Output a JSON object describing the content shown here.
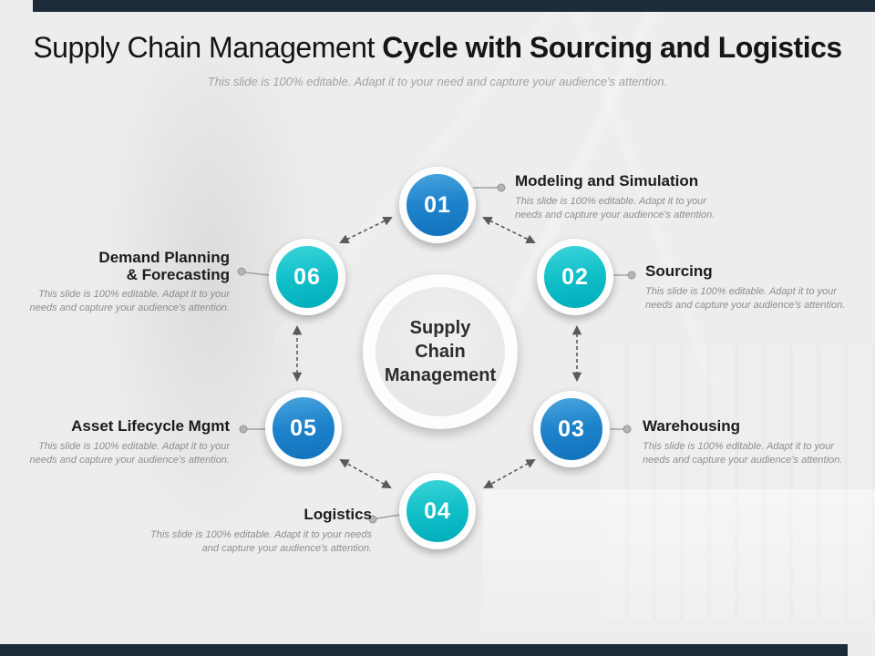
{
  "slide": {
    "title_regular": "Supply Chain Management ",
    "title_bold": "Cycle with Sourcing and Logistics",
    "subtitle": "This slide is 100% editable. Adapt it to your need and capture your audience’s attention."
  },
  "center": {
    "label": "Supply Chain Management"
  },
  "nodes": [
    {
      "number": "01",
      "title": "Modeling and Simulation",
      "description": "This slide is 100% editable. Adapt it to your needs and capture your audience’s attention.",
      "color": "#1e83cb"
    },
    {
      "number": "02",
      "title": "Sourcing",
      "description": "This slide is 100% editable. Adapt it to your needs and capture your audience’s attention.",
      "color": "#12c0c9"
    },
    {
      "number": "03",
      "title": "Warehousing",
      "description": "This slide is 100% editable. Adapt it to your needs and capture your audience’s attention.",
      "color": "#1e83cb"
    },
    {
      "number": "04",
      "title": "Logistics",
      "description": "This slide is 100% editable. Adapt it to your needs and capture your audience’s attention.",
      "color": "#12c0c9"
    },
    {
      "number": "05",
      "title": "Asset Lifecycle Mgmt",
      "description": "This slide is 100% editable. Adapt it to your needs and capture your audience’s attention.",
      "color": "#1e83cb"
    },
    {
      "number": "06",
      "title": "Demand Planning & Forecasting",
      "description": "This slide is 100% editable. Adapt it to your needs and capture your audience’s attention.",
      "color": "#12c0c9"
    }
  ],
  "colors": {
    "accent_blue": "#1e83cb",
    "accent_teal": "#12c0c9",
    "bar_navy": "#1d2a3a",
    "arrow_gray": "#5a5a5a",
    "background": "#ededed"
  }
}
